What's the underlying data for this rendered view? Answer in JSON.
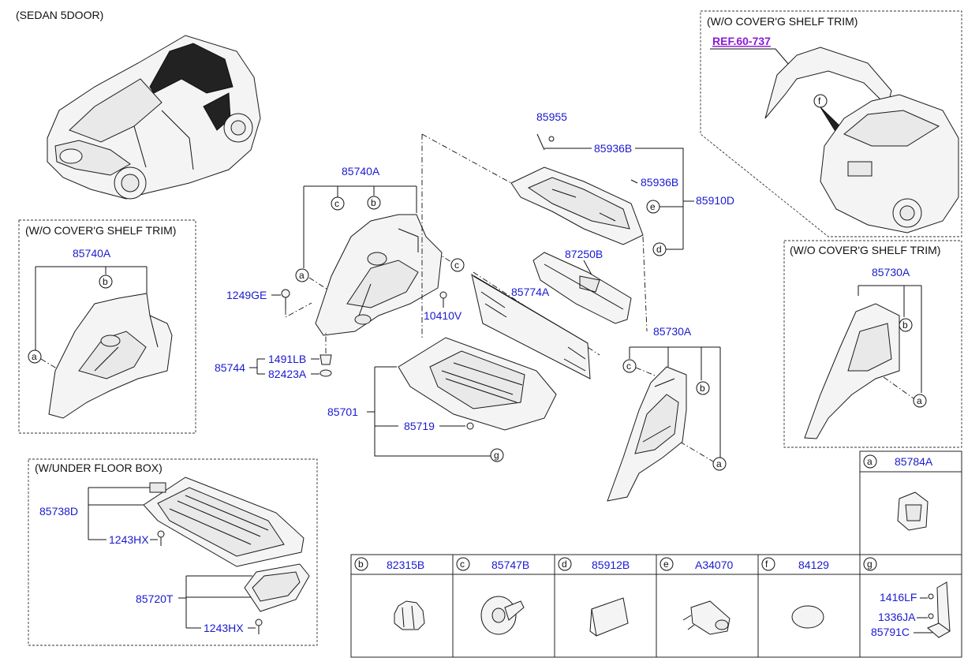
{
  "section_titles": {
    "sedan": "(SEDAN 5DOOR)",
    "wo_shelf_left": "(W/O COVER'G SHELF TRIM)",
    "wo_shelf_top": "(W/O COVER'G SHELF TRIM)",
    "wo_shelf_right": "(W/O COVER'G SHELF TRIM)",
    "under_floor": "(W/UNDER FLOOR BOX)"
  },
  "ref_link": "REF.60-737",
  "parts": {
    "p85740A_main": "85740A",
    "p85740A_left": "85740A",
    "p1249GE": "1249GE",
    "p85744": "85744",
    "p1491LB": "1491LB",
    "p82423A": "82423A",
    "p10410V": "10410V",
    "p85701": "85701",
    "p85719": "85719",
    "p85774A": "85774A",
    "p87250B": "87250B",
    "p85955": "85955",
    "p85936B_1": "85936B",
    "p85936B_2": "85936B",
    "p85910D": "85910D",
    "p85730A_main": "85730A",
    "p85730A_right": "85730A",
    "p85738D": "85738D",
    "p1243HX_1": "1243HX",
    "p85720T": "85720T",
    "p1243HX_2": "1243HX"
  },
  "callouts": {
    "a": "a",
    "b": "b",
    "c": "c",
    "d": "d",
    "e": "e",
    "f": "f",
    "g": "g"
  },
  "legend": {
    "a": {
      "letter": "a",
      "part": "85784A"
    },
    "b": {
      "letter": "b",
      "part": "82315B"
    },
    "c": {
      "letter": "c",
      "part": "85747B"
    },
    "d": {
      "letter": "d",
      "part": "85912B"
    },
    "e": {
      "letter": "e",
      "part": "A34070"
    },
    "f": {
      "letter": "f",
      "part": "84129"
    },
    "g": {
      "letter": "g",
      "parts": [
        "1416LF",
        "1336JA",
        "85791C"
      ]
    }
  }
}
